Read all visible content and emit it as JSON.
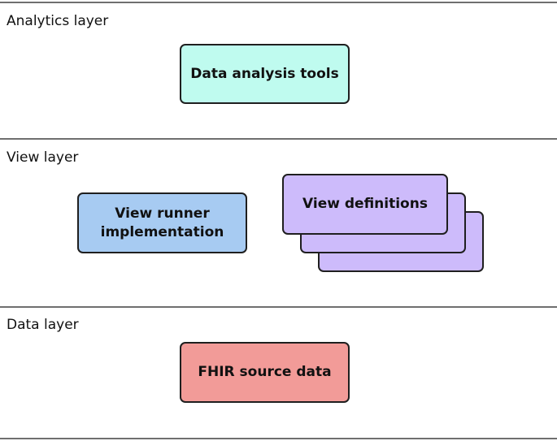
{
  "layers": [
    {
      "label": "Analytics layer"
    },
    {
      "label": "View layer"
    },
    {
      "label": "Data layer"
    }
  ],
  "boxes": {
    "analysis_tools": "Data analysis tools",
    "view_runner": "View runner implementation",
    "view_definitions": "View definitions",
    "fhir_source": "FHIR source data"
  },
  "colors": {
    "analysis_fill": "#bffbef",
    "runner_fill": "#a7cbf2",
    "definitions_fill": "#cdbbfb",
    "source_fill": "#f29b98",
    "divider": "#6f6f6f"
  }
}
